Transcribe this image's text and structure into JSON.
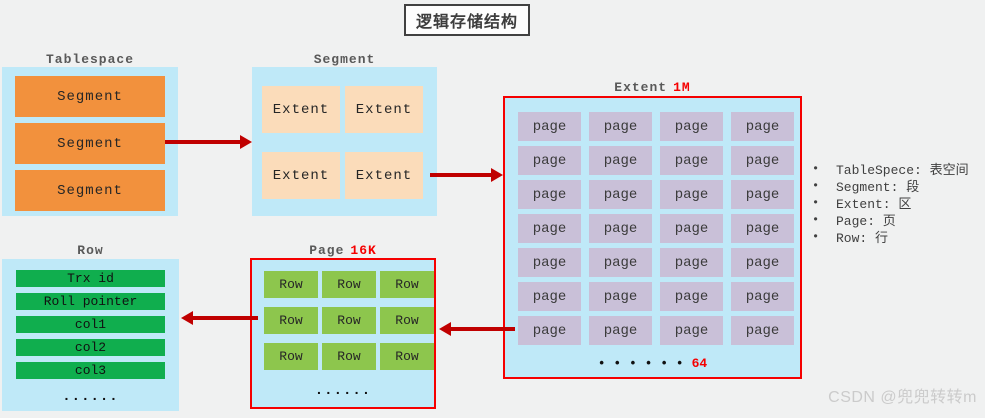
{
  "title": "逻辑存储结构",
  "diagram": {
    "tablespace": {
      "label": "Tablespace",
      "segments": [
        "Segment",
        "Segment",
        "Segment"
      ]
    },
    "segment": {
      "label": "Segment",
      "extents": [
        "Extent",
        "Extent",
        "Extent",
        "Extent"
      ]
    },
    "extent": {
      "label": "Extent",
      "size_badge": "1M",
      "grid": {
        "rows": 7,
        "cols": 4,
        "cell_label": "page"
      },
      "ellipsis": "• • • • • •",
      "total_count": "64"
    },
    "page": {
      "label": "Page",
      "size_badge": "16K",
      "grid": {
        "rows": 3,
        "cols": 3,
        "cell_label": "Row"
      },
      "ellipsis": "......"
    },
    "row": {
      "label": "Row",
      "fields": [
        "Trx id",
        "Roll pointer",
        "col1",
        "col2",
        "col3"
      ],
      "ellipsis": "......"
    }
  },
  "legend": {
    "items": [
      "TableSpece: 表空间",
      "Segment: 段",
      "Extent: 区",
      "Page: 页",
      "Row: 行"
    ]
  },
  "watermark": "CSDN @兜兜转转m",
  "colors": {
    "background": "#f0f1f1",
    "container_blue": "#bfe9f8",
    "segment_orange": "#f2913d",
    "extent_peach": "#fbdcba",
    "page_lavender": "#c9c0d8",
    "row_light_green": "#8dc64d",
    "field_green": "#10ae4e",
    "arrow_dark_red": "#c00000",
    "highlight_red": "#f50000",
    "label_gray": "#595959"
  }
}
